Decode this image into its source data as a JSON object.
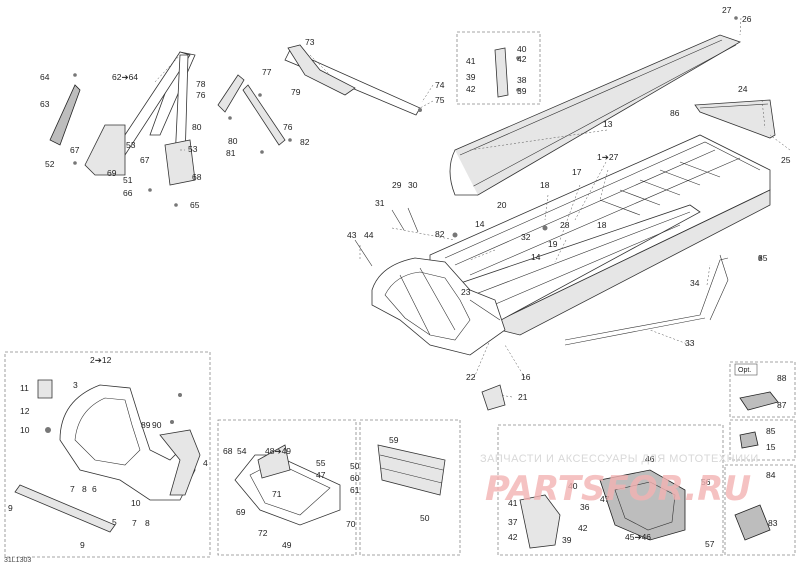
{
  "drawing_no": "31L1303",
  "watermark": {
    "top": "ЗАПЧАСТИ И АКСЕССУАРЫ ДЛЯ МОТОТЕХНИКИ",
    "brand": "PARTSFOR.RU"
  },
  "opt_label": "Opt.",
  "callouts": {
    "c27": "27",
    "c26": "26",
    "c13": "13",
    "c24": "24",
    "c86": "86",
    "c25": "25",
    "c1to27": "1➔27",
    "c17": "17",
    "c18a": "18",
    "c18b": "18",
    "c20": "20",
    "c14a": "14",
    "c14b": "14",
    "c32": "32",
    "c28": "28",
    "c19": "19",
    "c23": "23",
    "c29": "29",
    "c30": "30",
    "c31": "31",
    "c82a": "82",
    "c43": "43",
    "c44": "44",
    "c35": "35",
    "c34": "34",
    "c33": "33",
    "c22": "22",
    "c16": "16",
    "c21": "21",
    "c73": "73",
    "c74": "74",
    "c75": "75",
    "c40": "40",
    "c41a": "41",
    "c42a": "42",
    "c39a": "39",
    "c38": "38",
    "c42b": "42",
    "c39b": "39",
    "c64a": "64",
    "c62to64": "62➔64",
    "c63": "63",
    "c67a": "67",
    "c52": "52",
    "c53a": "53",
    "c67b": "67",
    "c53b": "53",
    "c69a": "69",
    "c51": "51",
    "c68a": "68",
    "c66": "66",
    "c65": "65",
    "c78": "78",
    "c77": "77",
    "c76a": "76",
    "c79": "79",
    "c80a": "80",
    "c80b": "80",
    "c76b": "76",
    "c81": "81",
    "c82b": "82",
    "c2to12": "2➔12",
    "c11": "11",
    "c3": "3",
    "c12": "12",
    "c10": "10",
    "c89": "89",
    "c90": "90",
    "c4": "4",
    "c7a": "7",
    "c8a": "8",
    "c6": "6",
    "c9a": "9",
    "c5": "5",
    "c10b": "10",
    "c7b": "7",
    "c8b": "8",
    "c9b": "9",
    "c68b": "68",
    "c54": "54",
    "c48to49": "48➔49",
    "c55": "55",
    "c47a": "47",
    "c71": "71",
    "c69b": "69",
    "c72": "72",
    "c49": "49",
    "c70": "70",
    "c59": "59",
    "c50a": "50",
    "c60": "60",
    "c61": "61",
    "c50b": "50",
    "c46": "46",
    "c40b": "40",
    "c56": "56",
    "c36": "36",
    "c47b": "47",
    "c41b": "41",
    "c37": "37",
    "c42c": "42",
    "c42d": "42",
    "c39c": "39",
    "c45to46": "45➔46",
    "c57": "57",
    "c88": "88",
    "c87": "87",
    "c85": "85",
    "c15": "15",
    "c84": "84",
    "c83": "83"
  }
}
